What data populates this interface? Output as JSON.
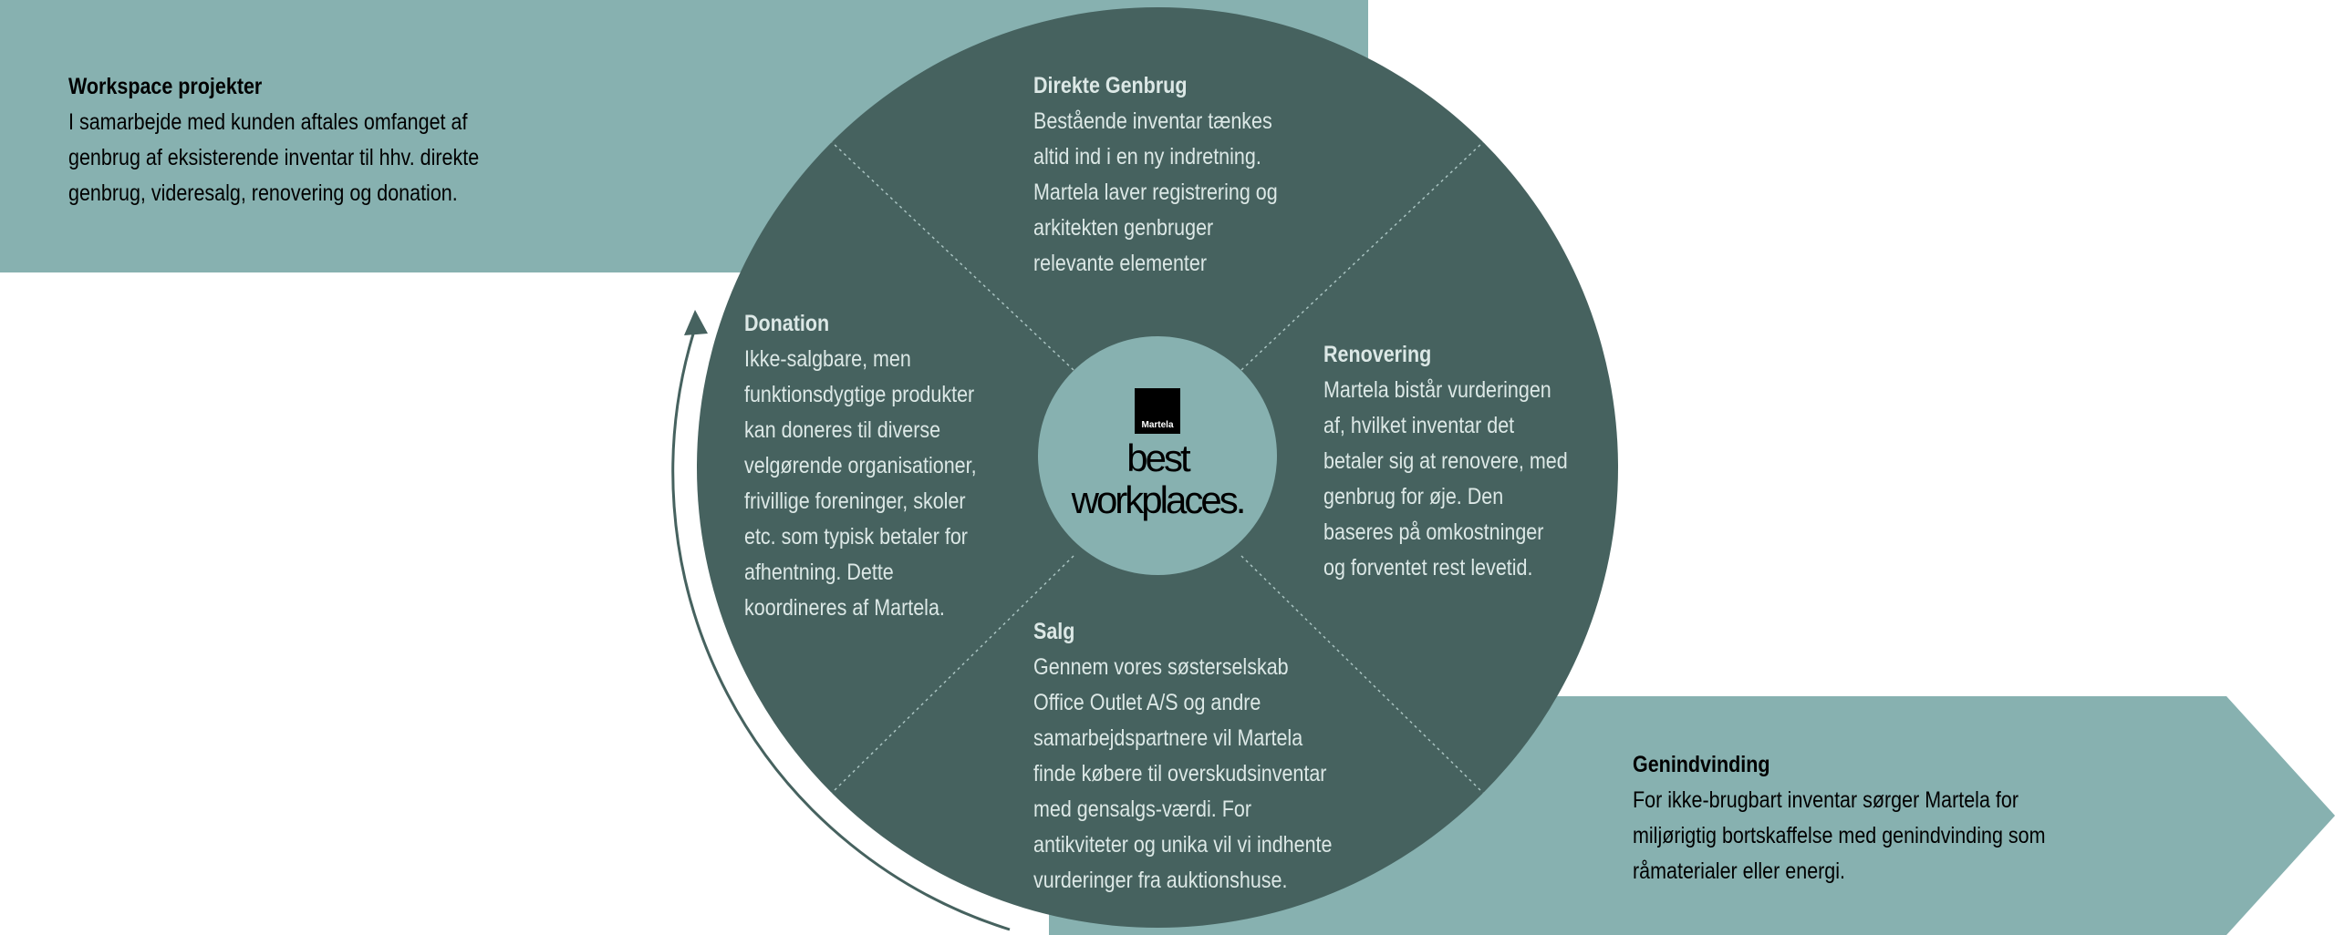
{
  "colors": {
    "light_teal": "#87b1b0",
    "dark_teal": "#46625f",
    "text_light": "#dce8e6"
  },
  "workspace": {
    "title": "Workspace projekter",
    "lines": [
      "I samarbejde med kunden aftales omfanget af",
      "genbrug af eksisterende inventar til hhv. direkte",
      "genbrug, videresalg, renovering og donation."
    ]
  },
  "direkte": {
    "title": "Direkte Genbrug",
    "lines": [
      "Bestående inventar  tænkes",
      "altid ind i en ny indretning.",
      "Martela laver registrering og",
      "arkitekten genbruger",
      "relevante elementer"
    ]
  },
  "donation": {
    "title": "Donation",
    "lines": [
      "Ikke-salgbare, men",
      "funktionsdygtige produkter",
      "kan doneres til diverse",
      "velgørende organisationer,",
      "frivillige foreninger, skoler",
      "etc. som typisk betaler for",
      "afhentning. Dette",
      "koordineres af Martela."
    ]
  },
  "renovering": {
    "title": "Renovering",
    "lines": [
      "Martela bistår vurderingen",
      "af, hvilket inventar det",
      "betaler sig at renovere, med",
      "genbrug for øje. Den",
      "baseres på omkostninger",
      "og forventet rest levetid."
    ]
  },
  "salg": {
    "title": "Salg",
    "lines": [
      "Gennem vores søsterselskab",
      "Office Outlet A/S og andre",
      "samarbejdspartnere vil Martela",
      "finde købere til overskudsinventar",
      "med gensalgs-værdi. For",
      "antikviteter og unika vil vi indhente",
      "vurderinger fra auktionshuse."
    ]
  },
  "genindvinding": {
    "title": "Genindvinding",
    "lines": [
      "For ikke-brugbart inventar sørger Martela for",
      "miljørigtig bortskaffelse med genindvinding som",
      "råmaterialer eller energi."
    ]
  },
  "logo": {
    "brand": "Martela",
    "line1": "best",
    "line2": "workplaces."
  }
}
